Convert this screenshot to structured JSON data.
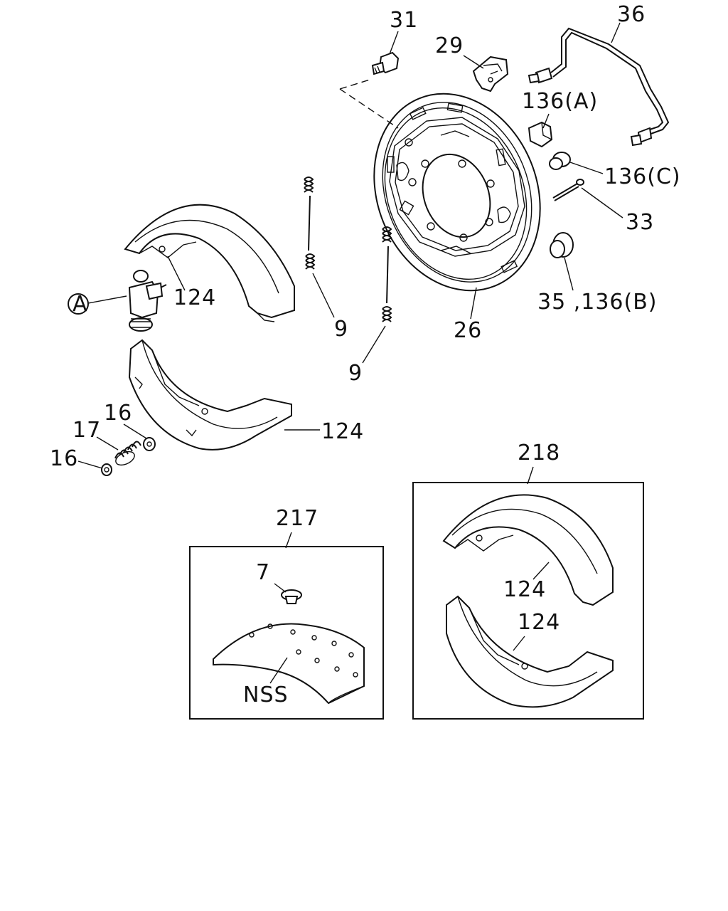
{
  "callouts": {
    "p31": "31",
    "p29": "29",
    "p36": "36",
    "p136a": "136(A)",
    "p136c": "136(C)",
    "p33": "33",
    "p35_136b": "35 ,136(B)",
    "p26": "26",
    "p9_upper": "9",
    "p9_lower": "9",
    "p124_upper": "124",
    "p124_lower": "124",
    "pA": "A",
    "p16_top": "16",
    "p17": "17",
    "p16_left": "16",
    "p217": "217",
    "p7": "7",
    "pNSS": "NSS",
    "p218": "218",
    "p124_kit_upper": "124",
    "p124_kit_lower": "124"
  },
  "colors": {
    "ink": "#111111",
    "paper": "#ffffff"
  }
}
